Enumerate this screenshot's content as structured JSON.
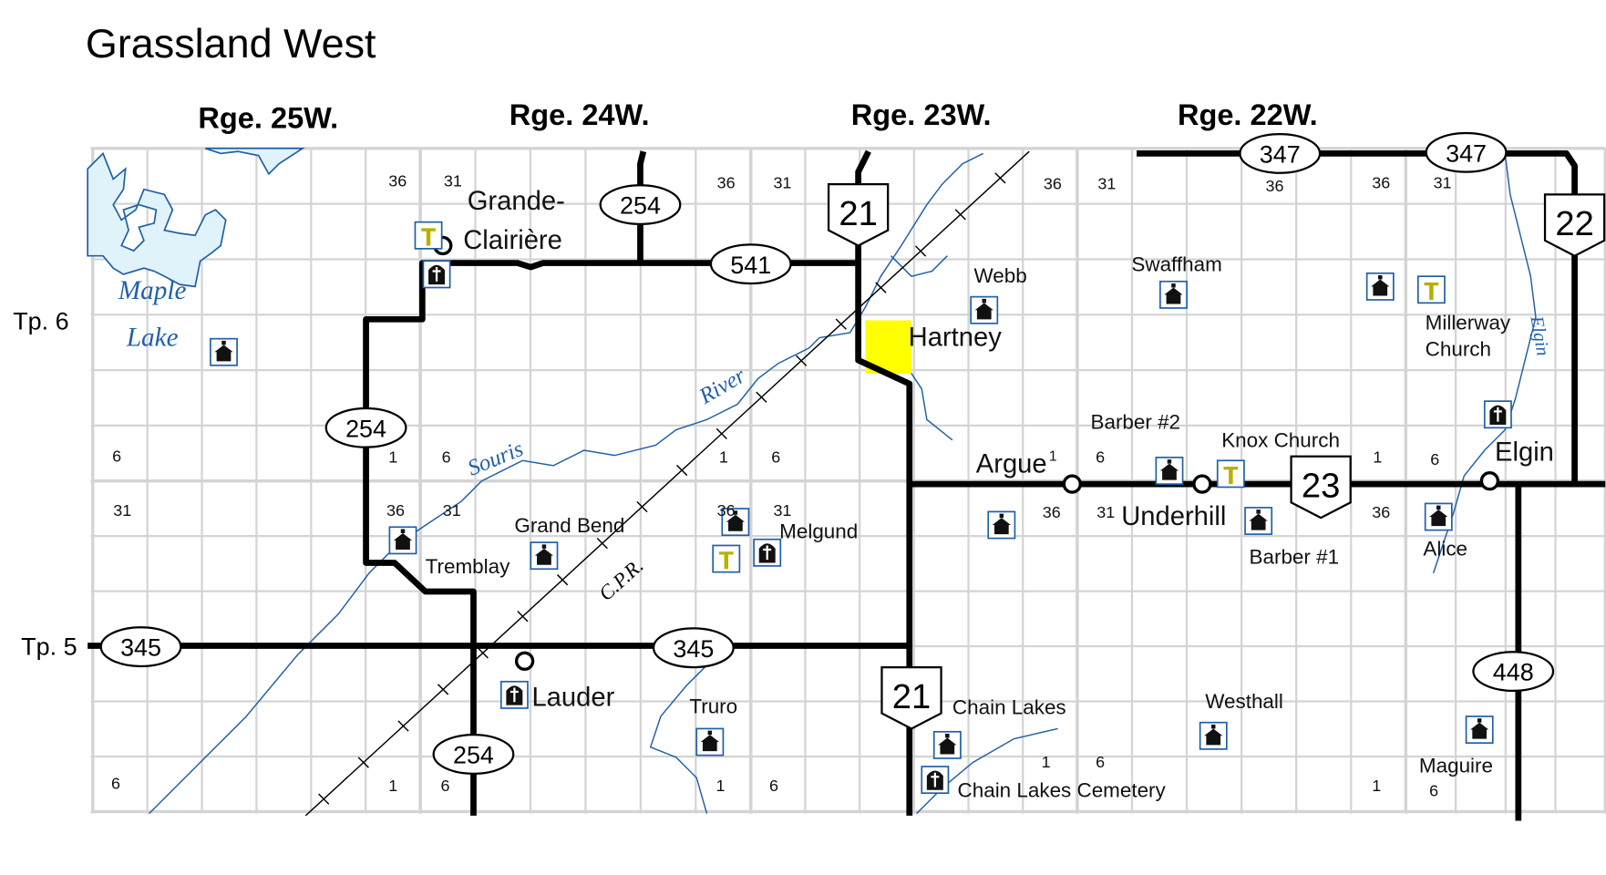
{
  "title": "Grassland West",
  "ranges": [
    "Rge. 25W.",
    "Rge. 24W.",
    "Rge. 23W.",
    "Rge. 22W."
  ],
  "townships": [
    "Tp. 6",
    "Tp. 5"
  ],
  "places": [
    "Grande-",
    "Clairière",
    "Webb",
    "Swaffham",
    "Hartney",
    "Millerway",
    "Church",
    "Barber #2",
    "Knox Church",
    "Argue",
    "Elgin",
    "Underhill",
    "Barber #1",
    "Alice",
    "Grand Bend",
    "Tremblay",
    "Melgund",
    "Lauder",
    "Truro",
    "Chain Lakes",
    "Westhall",
    "Maguire",
    "Chain Lakes Cemetery"
  ],
  "argue_superscript": "1",
  "water_labels": [
    "Maple",
    "Lake",
    "Souris",
    "River",
    "Elgin"
  ],
  "railway_label": "C.P.R.",
  "highway_ovals": [
    "254",
    "541",
    "254",
    "345",
    "345",
    "254",
    "347",
    "347",
    "448"
  ],
  "highway_shields": [
    "21",
    "21",
    "23",
    "22"
  ],
  "section_numbers": [
    "36",
    "31",
    "36",
    "31",
    "36",
    "31",
    "36",
    "36",
    "31",
    "6",
    "1",
    "6",
    "1",
    "6",
    "6",
    "1",
    "6",
    "31",
    "36",
    "31",
    "36",
    "31",
    "36",
    "31",
    "36",
    "6",
    "1",
    "6",
    "1",
    "6",
    "1",
    "6",
    "1",
    "6"
  ],
  "icons": {
    "school": "school-icon",
    "church": "church-cross-icon",
    "cemetery": "cemetery-icon"
  },
  "colors": {
    "grid": "#d4d4d4",
    "water": "#1f5fa8",
    "lake_fill": "#e0f3fa",
    "highlight": "#ffff00",
    "road": "#000000",
    "church_cross": "#b8b000"
  }
}
